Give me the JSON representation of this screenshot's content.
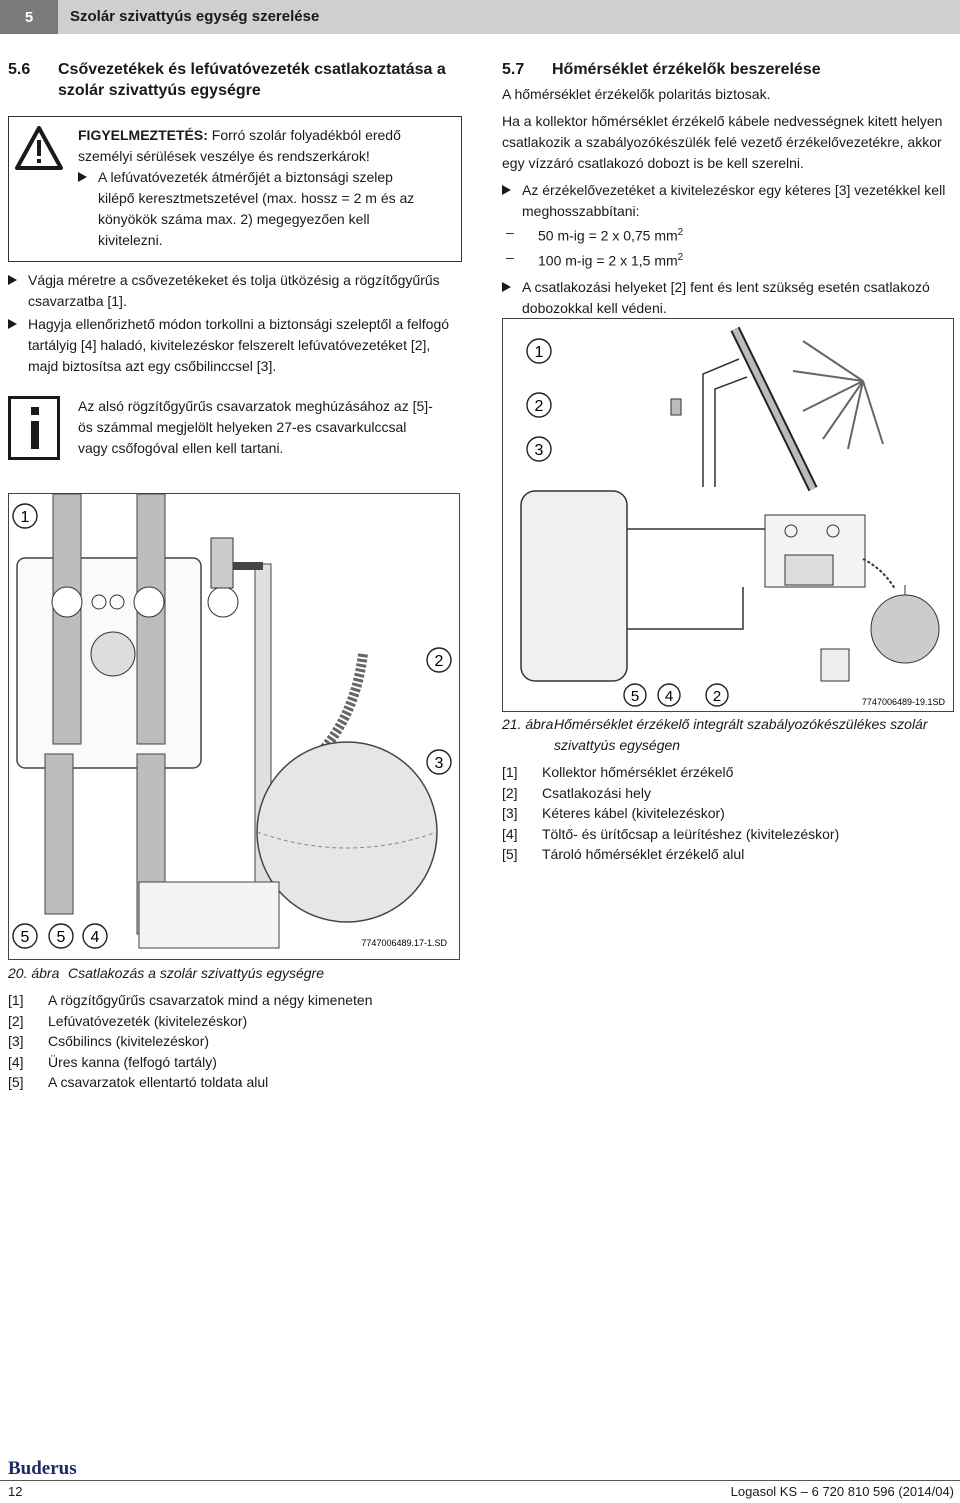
{
  "header": {
    "chapter_number": "5",
    "chapter_title": "Szolár szivattyús egység szerelése"
  },
  "section_5_6": {
    "number": "5.6",
    "title_line1": "Csővezetékek és lefúvatóvezeték csatlakoztatása a",
    "title_line2": "szolár szivattyús egységre",
    "warning": {
      "label": "FIGYELMEZTETÉS:",
      "text_line1": " Forró szolár folyadékból eredő",
      "text_line2": "személyi sérülések veszélye és rendszerkárok!",
      "bullet": [
        "A lefúvatóvezeték átmérőjét a biztonsági szelep",
        "kilépő keresztmetszetével (max. hossz = 2 m és az",
        "könyökök száma max. 2) megegyezően kell",
        "kivitelezni."
      ]
    },
    "bullets": [
      [
        "Vágja méretre a csővezetékeket és tolja ütközésig a rögzítőgyűrűs",
        "csavarzatba [1]."
      ],
      [
        "Hagyja ellenőrizhető módon torkollni a biztonsági szeleptől a felfogó",
        "tartályig [4] haladó, kivitelezéskor felszerelt lefúvatóvezetéket [2],",
        "majd biztosítsa azt egy csőbilinccsel [3]."
      ]
    ],
    "info": [
      "Az alsó rögzítőgyűrűs csavarzatok meghúzásához az [5]-",
      "ös számmal megjelölt helyeken 27-es csavarkulccsal",
      "vagy csőfogóval ellen kell tartani."
    ]
  },
  "section_5_7": {
    "number": "5.7",
    "title": "Hőmérséklet érzékelők beszerelése",
    "intro": "A hőmérséklet érzékelők polaritás biztosak.",
    "para": [
      "Ha a kollektor hőmérséklet érzékelő kábele nedvességnek kitett helyen",
      "csatlakozik a szabályozókészülék felé vezető érzékelővezetékre, akkor",
      "egy vízzáró csatlakozó dobozt is be kell szerelni."
    ],
    "bullet1": [
      "Az érzékelővezetéket a kivitelezéskor egy kéteres [3] vezetékkel kell",
      "meghosszabbítani:"
    ],
    "dash1": {
      "pre": "50 m-ig = 2 x 0,75 mm",
      "sup": "2"
    },
    "dash2": {
      "pre": "100 m-ig = 2 x 1,5 mm",
      "sup": "2"
    },
    "bullet2": [
      "A csatlakozási helyeket [2] fent és lent szükség esetén csatlakozó",
      "dobozokkal kell védeni."
    ]
  },
  "figure21": {
    "callouts": [
      "1",
      "2",
      "3",
      "5",
      "4",
      "2"
    ],
    "code": "7747006489-19.1SD",
    "caption_num": "21. ábra",
    "caption_line1": "Hőmérséklet érzékelő integrált szabályozókészülékes szolár",
    "caption_line2": "szivattyús egységen",
    "legend": [
      {
        "k": "[1]",
        "v": "Kollektor hőmérséklet érzékelő"
      },
      {
        "k": "[2]",
        "v": "Csatlakozási hely"
      },
      {
        "k": "[3]",
        "v": "Kéteres kábel (kivitelezéskor)"
      },
      {
        "k": "[4]",
        "v": "Töltő- és ürítőcsap a leürítéshez (kivitelezéskor)"
      },
      {
        "k": "[5]",
        "v": "Tároló hőmérséklet érzékelő alul"
      }
    ]
  },
  "figure20": {
    "callouts": [
      "1",
      "2",
      "3",
      "5",
      "5",
      "4"
    ],
    "code": "7747006489.17-1.SD",
    "caption_num": "20. ábra",
    "caption_text": "Csatlakozás a szolár szivattyús egységre",
    "legend": [
      {
        "k": "[1]",
        "v": "A rögzítőgyűrűs csavarzatok mind a négy kimeneten"
      },
      {
        "k": "[2]",
        "v": "Lefúvatóvezeték (kivitelezéskor)"
      },
      {
        "k": "[3]",
        "v": "Csőbilincs (kivitelezéskor)"
      },
      {
        "k": "[4]",
        "v": "Üres kanna (felfogó tartály)"
      },
      {
        "k": "[5]",
        "v": "A csavarzatok ellentartó toldata alul"
      }
    ]
  },
  "footer": {
    "brand": "Buderus",
    "page": "12",
    "doc": "Logasol KS – 6 720 810 596 (2014/04)"
  }
}
